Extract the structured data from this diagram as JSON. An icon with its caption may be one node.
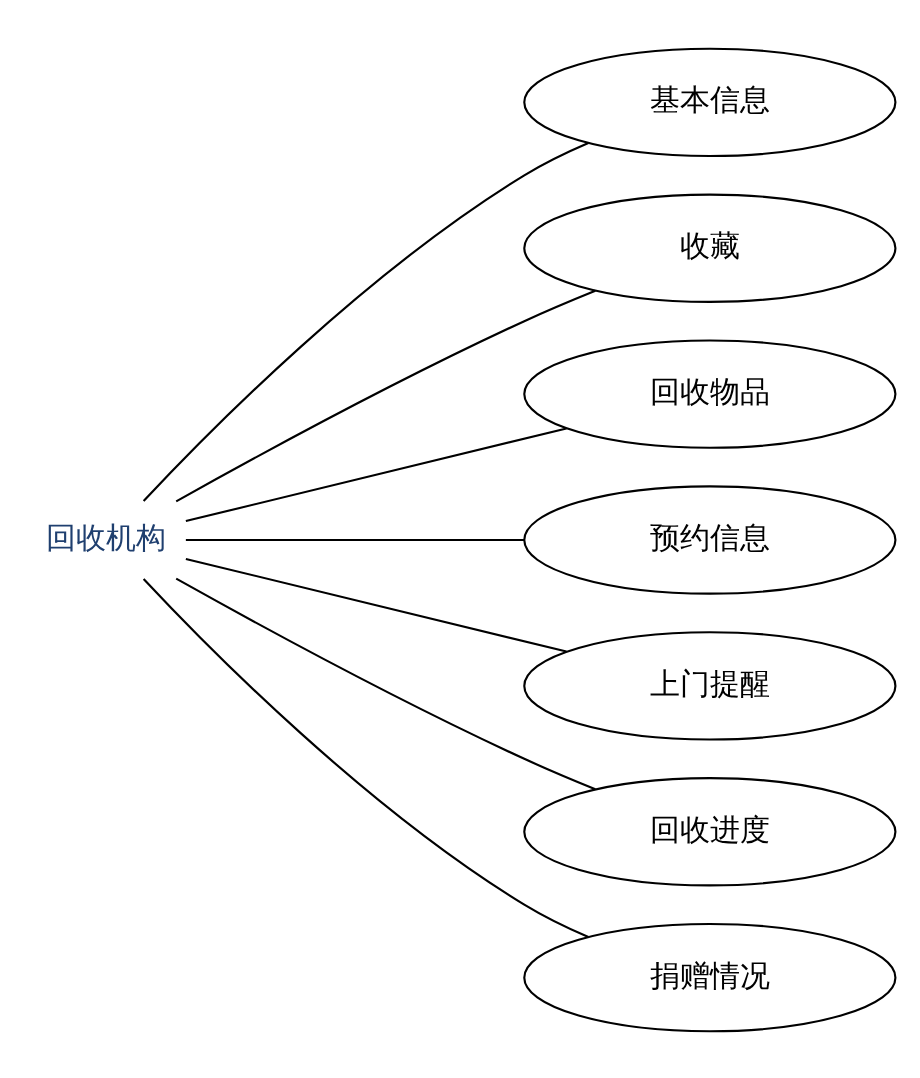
{
  "diagram": {
    "nodes": [
      {
        "text": [
          "回收机构"
        ]
      },
      {
        "text": [
          "基本信息"
        ]
      },
      {
        "text": [
          "收藏"
        ]
      },
      {
        "text": [
          "回收物品"
        ]
      },
      {
        "text": [
          "预约信息"
        ]
      },
      {
        "text": [
          "上门提醒"
        ]
      },
      {
        "text": [
          "回收进度"
        ]
      },
      {
        "text": [
          "捐赠情况"
        ]
      }
    ],
    "edges": [
      {
        "from": 0,
        "to": 1,
        "arrow": "none"
      },
      {
        "from": 0,
        "to": 2,
        "arrow": "none"
      },
      {
        "from": 0,
        "to": 3,
        "arrow": "none"
      },
      {
        "from": 0,
        "to": 4,
        "arrow": "none"
      },
      {
        "from": 0,
        "to": 5,
        "arrow": "none"
      },
      {
        "from": 0,
        "to": 6,
        "arrow": "none"
      },
      {
        "from": 0,
        "to": 7,
        "arrow": "none"
      }
    ]
  }
}
